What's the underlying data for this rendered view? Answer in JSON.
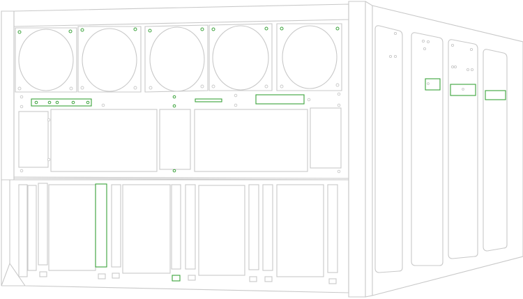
{
  "colors": {
    "line": "#c8c8c8",
    "accent": "#3aa23a",
    "background": "#ffffff"
  },
  "drawing": {
    "subject": "rack-chassis-line-drawing",
    "fan_count": 5,
    "side_panel_count": 4,
    "highlighted_parts": [
      "left-connector-bar",
      "center-slot",
      "right-connector",
      "tall-bay-slot",
      "bottom-connector",
      "side-panel-ports"
    ]
  }
}
